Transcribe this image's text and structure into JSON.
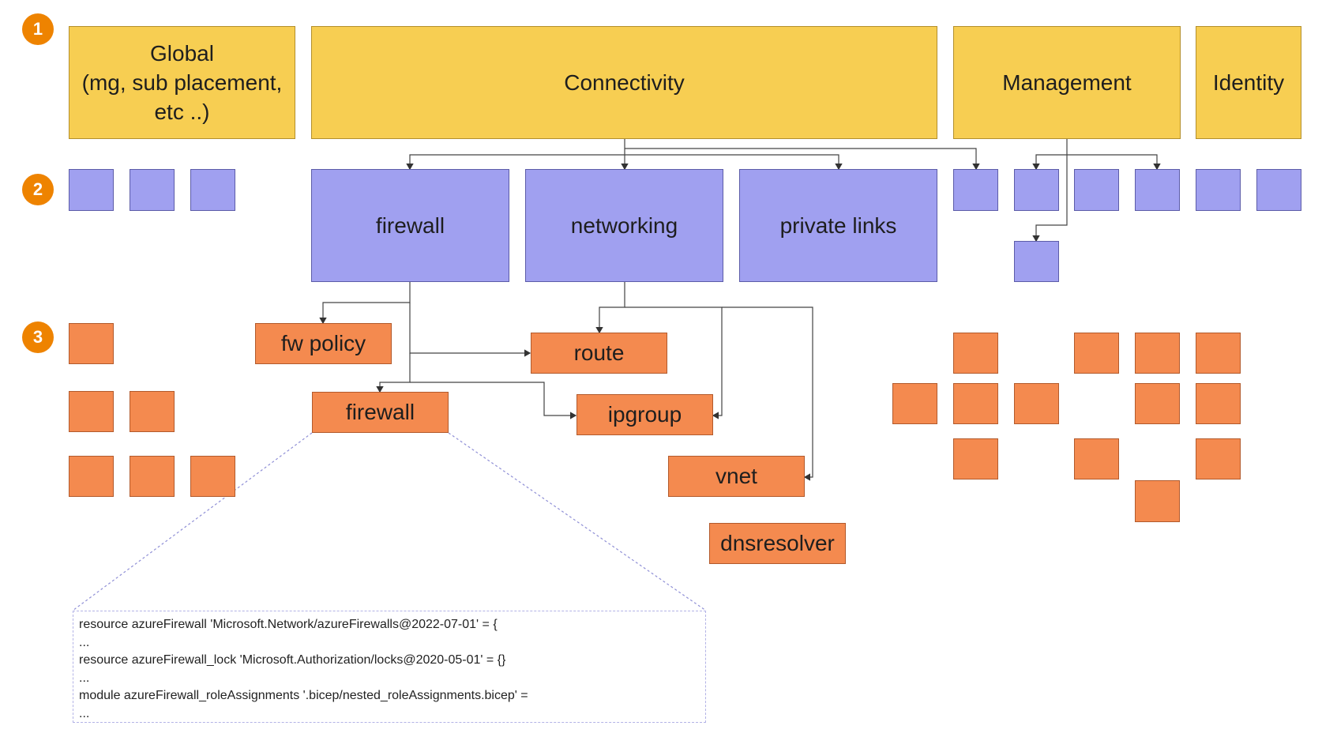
{
  "levels": [
    "1",
    "2",
    "3"
  ],
  "tier1": {
    "global": "Global\n(mg, sub placement,\netc ..)",
    "connectivity": "Connectivity",
    "management": "Management",
    "identity": "Identity"
  },
  "tier2": {
    "firewall": "firewall",
    "networking": "networking",
    "private_links": "private links"
  },
  "tier3": {
    "fw_policy": "fw policy",
    "route": "route",
    "firewall": "firewall",
    "ipgroup": "ipgroup",
    "vnet": "vnet",
    "dnsresolver": "dnsresolver"
  },
  "code_lines": [
    "resource azureFirewall 'Microsoft.Network/azureFirewalls@2022-07-01' = {",
    "...",
    "resource azureFirewall_lock 'Microsoft.Authorization/locks@2020-05-01' = {}",
    "...",
    "module azureFirewall_roleAssignments '.bicep/nested_roleAssignments.bicep' =",
    "..."
  ],
  "colors": {
    "tier1_fill": "#f7ce52",
    "tier2_fill": "#a0a0f0",
    "tier3_fill": "#f48a4f",
    "level_badge": "#ee8300"
  }
}
